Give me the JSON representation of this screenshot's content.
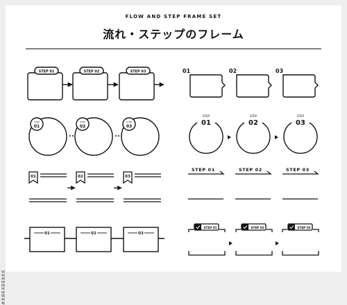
{
  "header": {
    "subtitle": "FLOW AND STEP FRAME SET",
    "title": "流れ・ステップのフレーム"
  },
  "side_label": "#686486666",
  "sets": {
    "tab_frames": [
      "STEP 01",
      "STEP 02",
      "STEP 03"
    ],
    "notch_frames": [
      "01",
      "02",
      "03"
    ],
    "badge_circles": {
      "badge_word": "STEP",
      "numbers": [
        "01",
        "02",
        "03"
      ]
    },
    "arc_circles": {
      "step_word": "STEP",
      "numbers": [
        "01",
        "02",
        "03"
      ]
    },
    "bookmark_lines": [
      "01",
      "02",
      "03"
    ],
    "underline_arrows": [
      "STEP 01",
      "STEP 02",
      "STEP 03"
    ],
    "timeline_boxes": [
      "01",
      "02",
      "03"
    ],
    "check_brackets": [
      "STEP 01",
      "STEP 02",
      "STEP 03"
    ]
  },
  "colors": {
    "ink": "#111111",
    "paper": "#ffffff",
    "backdrop": "#eeeeee"
  }
}
